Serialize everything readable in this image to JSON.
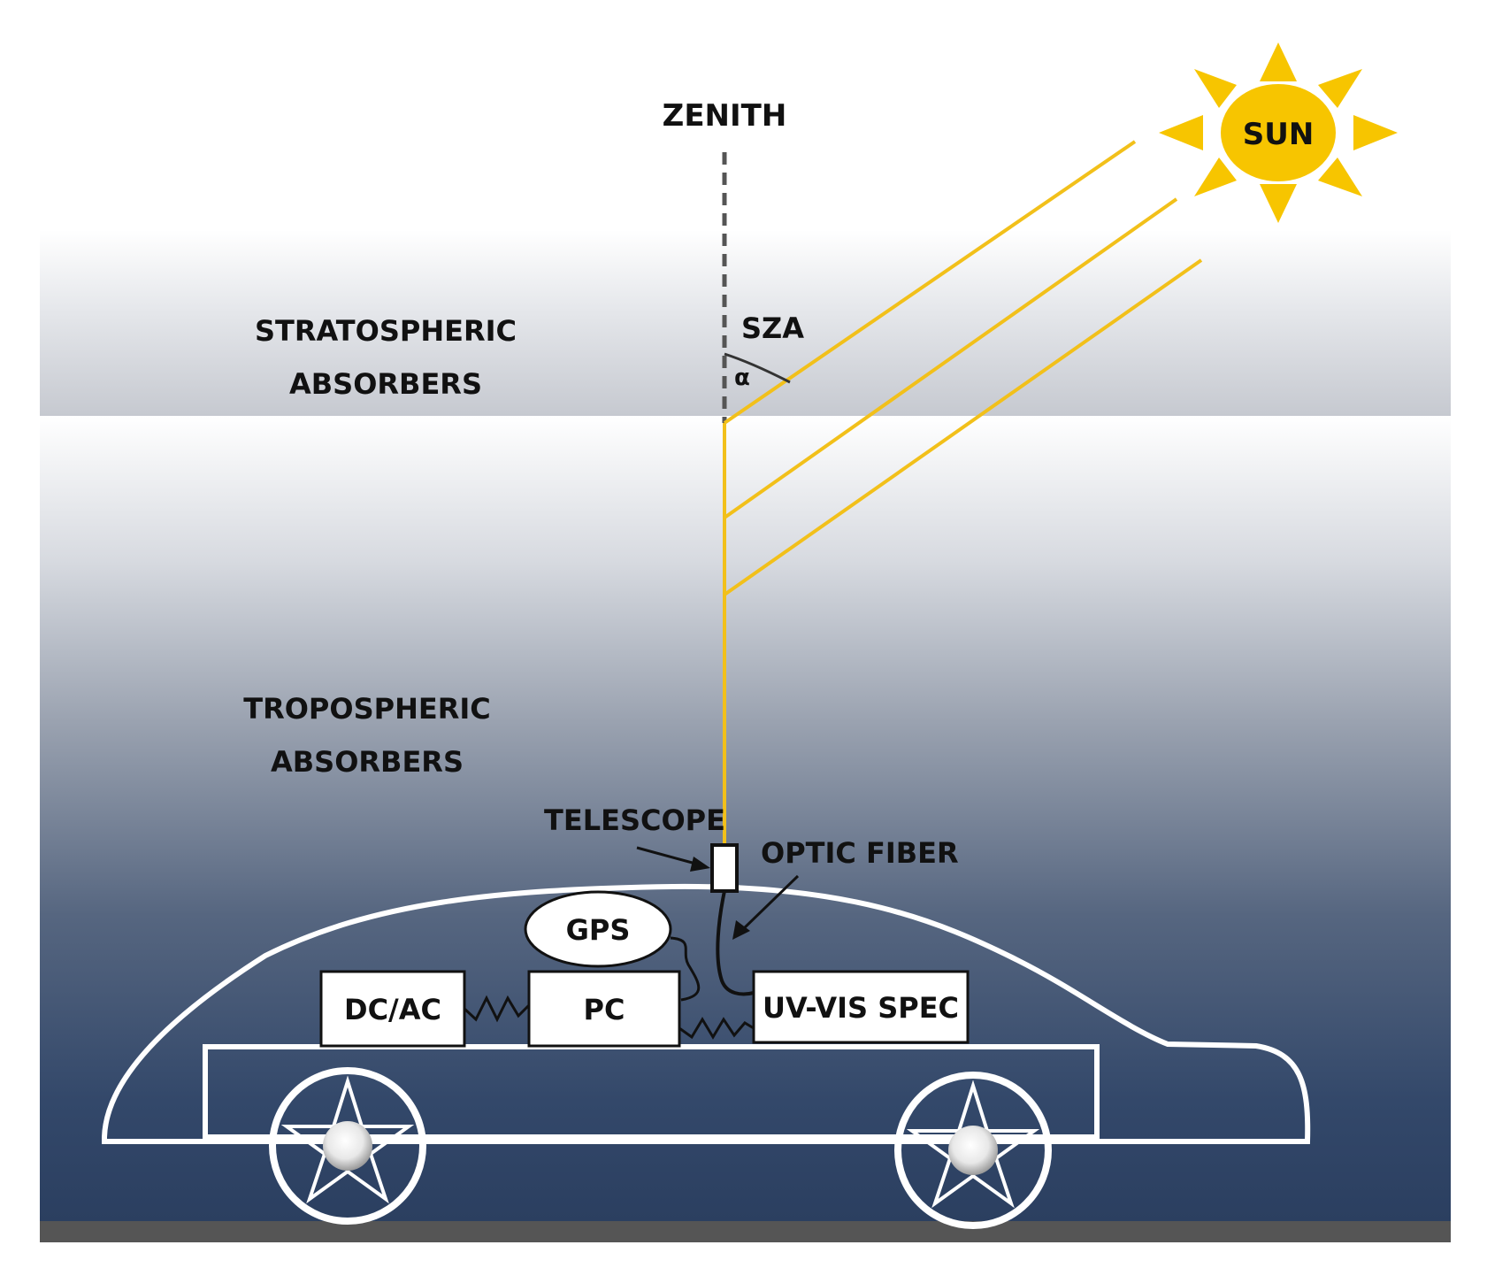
{
  "labels": {
    "zenith": "ZENITH",
    "sun": "SUN",
    "sza": "SZA",
    "alpha": "α",
    "stratospheric_line1": "STRATOSPHERIC",
    "stratospheric_line2": "ABSORBERS",
    "tropospheric_line1": "TROPOSPHERIC",
    "tropospheric_line2": "ABSORBERS",
    "telescope": "TELESCOPE",
    "optic_fiber": "OPTIC FIBER",
    "gps": "GPS",
    "dc_ac": "DC/AC",
    "pc": "PC",
    "uv_vis_spec": "UV-VIS SPEC"
  },
  "colors": {
    "sun_fill": "#f7c500",
    "sun_rays": "#f7c500",
    "light_rays": "#f2c01a",
    "upper_band_top": "#ffffff",
    "upper_band_bottom": "#c9ccd3",
    "lower_band_mid": "#9aa2b0",
    "lower_band_bottom": "#2b3f60",
    "car_outline": "#ffffff",
    "ground": "#555555"
  }
}
